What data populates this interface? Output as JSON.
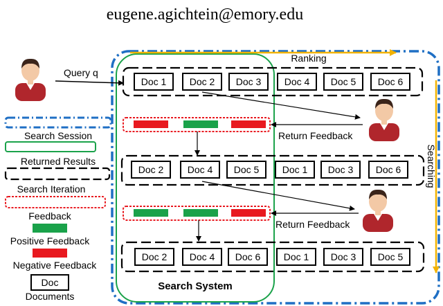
{
  "header": {
    "email": "eugene.agichtein@emory.edu"
  },
  "colors": {
    "session_blue": "#1f6fc4",
    "session_green": "#1aa24a",
    "feedback_red": "#e8191f",
    "positive_green": "#1aa24a",
    "arrow_orange": "#f2b200",
    "skin": "#f3c9a6",
    "hair": "#3b241a",
    "shirt": "#b0262c"
  },
  "diagram": {
    "query_label": "Query q",
    "ranking_label": "Ranking",
    "searching_label": "Searching",
    "system_label": "Search System",
    "feedback_label_1": "Return Feedback",
    "feedback_label_2": "Return Feedback",
    "rows": [
      {
        "docs": [
          "Doc 1",
          "Doc 2",
          "Doc 3",
          "Doc 4",
          "Doc 5",
          "Doc 6"
        ]
      },
      {
        "docs": [
          "Doc 2",
          "Doc 4",
          "Doc 5",
          "Doc 1",
          "Doc 3",
          "Doc 6"
        ]
      },
      {
        "docs": [
          "Doc 2",
          "Doc 4",
          "Doc 6",
          "Doc 1",
          "Doc 3",
          "Doc 5"
        ]
      }
    ],
    "feedback_bars": [
      [
        "negative",
        "positive",
        "negative"
      ],
      [
        "positive",
        "positive",
        "negative"
      ]
    ]
  },
  "legend": {
    "search_session": "Search Session",
    "returned_results": "Returned Results",
    "search_iteration": "Search Iteration",
    "feedback": "Feedback",
    "positive_feedback": "Positive Feedback",
    "negative_feedback": "Negative Feedback",
    "doc_sample": "Doc",
    "documents": "Documents"
  }
}
